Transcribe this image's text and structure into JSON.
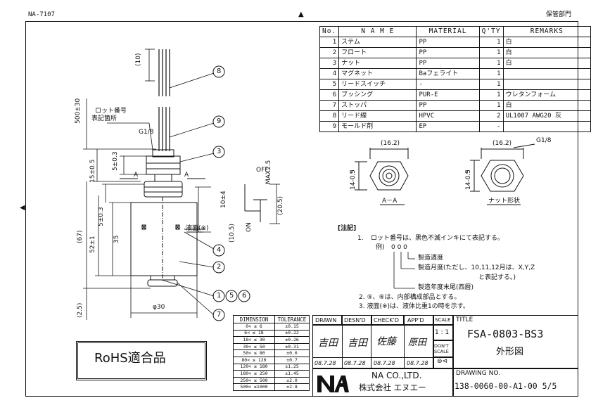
{
  "header": {
    "doc_code": "NA-7107",
    "storage": "保管部門"
  },
  "parts_table": {
    "headers": [
      "No.",
      "N A M E",
      "MATERIAL",
      "Q'TY",
      "REMARKS"
    ],
    "rows": [
      {
        "no": "1",
        "name": "ステム",
        "material": "PP",
        "qty": "1",
        "remarks": "白"
      },
      {
        "no": "2",
        "name": "フロート",
        "material": "PP",
        "qty": "1",
        "remarks": "白"
      },
      {
        "no": "3",
        "name": "ナット",
        "material": "PP",
        "qty": "1",
        "remarks": "白"
      },
      {
        "no": "4",
        "name": "マグネット",
        "material": "Baフェライト",
        "qty": "1",
        "remarks": ""
      },
      {
        "no": "5",
        "name": "リードスイッチ",
        "material": "-",
        "qty": "1",
        "remarks": ""
      },
      {
        "no": "6",
        "name": "ブッシング",
        "material": "PUR-E",
        "qty": "1",
        "remarks": "ウレタンフォーム"
      },
      {
        "no": "7",
        "name": "ストッパ",
        "material": "PP",
        "qty": "1",
        "remarks": "白"
      },
      {
        "no": "8",
        "name": "リード線",
        "material": "HPVC",
        "qty": "2",
        "remarks": "UL1007 AWG20 灰"
      },
      {
        "no": "9",
        "name": "モールド剤",
        "material": "EP",
        "qty": "-",
        "remarks": ""
      }
    ]
  },
  "views": {
    "section_caption": "A－A",
    "nut_caption": "ナット形状",
    "width_dim": "(16.2)",
    "height_dim": "14-0.5",
    "height_dim_tol": "0",
    "thread": "G1/8"
  },
  "drawing_labels": {
    "lot": "ロット番号",
    "lot2": "表記箇所",
    "thread": "G1/8",
    "d10": "(10)",
    "d500": "500±30",
    "d5a": "5±0.3",
    "d15": "15±0.5",
    "a_left": "A",
    "a_right": "A",
    "d67": "(67)",
    "d5b": "5±0.3",
    "d52": "52±1",
    "d35": "35",
    "d25": "(2.5)",
    "phi30": "φ30",
    "d10b": "10±4",
    "d105": "(10.5)",
    "off": "OFF",
    "on": "ON",
    "max25": "MAX2.5",
    "d205": "(20.5)",
    "liquid": "液面(※)",
    "callouts": [
      "8",
      "9",
      "3",
      "4",
      "2",
      "1",
      "5",
      "6",
      "7"
    ]
  },
  "notes": {
    "title": "[注記]",
    "n1_num": "1.",
    "n1": "ロット番号は、黒色不滅インキにて表記する。",
    "example": "例)",
    "digits": "0 0 0",
    "l1": "製造週度",
    "l2": "製造月度(ただし、10,11,12月は、X,Y,Z",
    "l2b": "と表記する。)",
    "l3": "製造年度末尾(西暦)",
    "n2": "2.  ⑤、⑥は、内部構成部品とする。",
    "n3": "3.  液面(※)は、液体比重1の時を示す。"
  },
  "tolerance_table": {
    "headers": [
      "DIMENSION",
      "TOLERANCE"
    ],
    "rows": [
      [
        "0< ≤ 6",
        "±0.15"
      ],
      [
        "6< ≤ 18",
        "±0.22"
      ],
      [
        "18< ≤ 30",
        "±0.26"
      ],
      [
        "30< ≤ 50",
        "±0.31"
      ],
      [
        "50< ≤ 80",
        "±0.6"
      ],
      [
        "80< ≤ 120",
        "±0.7"
      ],
      [
        "120< ≤ 180",
        "±1.25"
      ],
      [
        "180< ≤ 250",
        "±1.45"
      ],
      [
        "250< ≤ 500",
        "±2.0"
      ],
      [
        "500< ≤1000",
        "±2.8"
      ]
    ]
  },
  "title_block": {
    "drawn": "DRAWN",
    "desnd": "DESN'D",
    "checkd": "CHECK'D",
    "appd": "APP'D",
    "scale": "SCALE",
    "scale_val": "1 : 1",
    "dont_scale": "DON'T SCALE",
    "title_label": "TITLE",
    "title": "FSA-0803-BS3",
    "subtitle": "外形図",
    "sig_drawn": "吉田",
    "sig_desnd": "吉田",
    "sig_checkd": "佐藤",
    "sig_appd": "原田",
    "date_drawn": "08.7.28",
    "date_desnd": "08.7.28",
    "date_checkd": "08.7.28",
    "date_appd": "08.7.28",
    "company_en": "NA CO.,LTD.",
    "company_jp": "株式会社 エヌエー",
    "drawing_no_label": "DRAWING NO.",
    "drawing_no": "138-0060-00-A1-00 5/5"
  },
  "rohs": "RoHS適合品"
}
